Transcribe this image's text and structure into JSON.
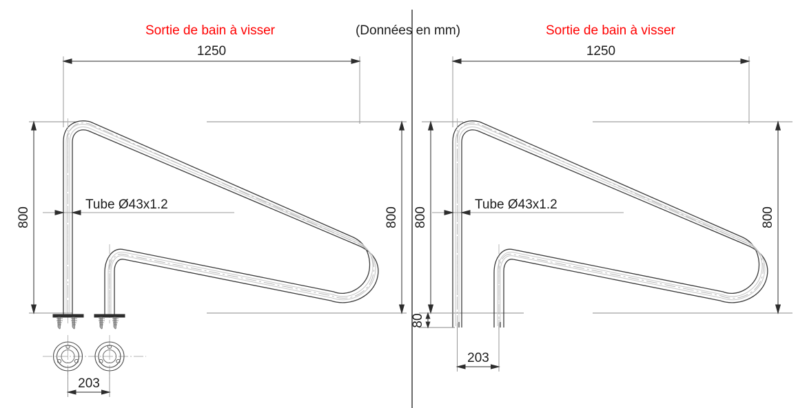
{
  "sheet": {
    "units_note": "(Données en mm)",
    "background": "#ffffff",
    "title_color": "#ff0000"
  },
  "left_view": {
    "title": "Sortie de bain à visser",
    "dimensions": {
      "overall_length": "1250",
      "height": "800",
      "height_right": "800",
      "anchor_spacing": "203"
    },
    "annotation": "Tube Ø43x1.2"
  },
  "right_view": {
    "title": "Sortie de bain à visser",
    "dimensions": {
      "overall_length": "1250",
      "height": "800",
      "height_right": "800",
      "leg_insert": "80",
      "anchor_spacing": "203"
    },
    "annotation": "Tube Ø43x1.2"
  }
}
